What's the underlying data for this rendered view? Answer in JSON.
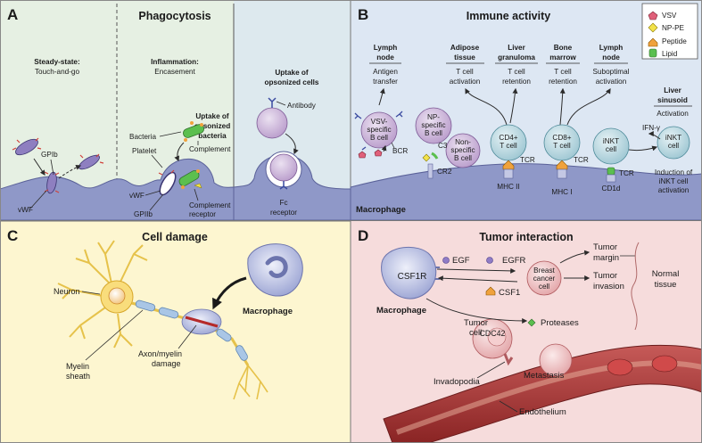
{
  "panels": {
    "a": {
      "letter": "A",
      "title": "Phagocytosis",
      "steady_state": {
        "title": "Steady-state:",
        "subtitle": "Touch-and-go",
        "gpib": "GPIb",
        "vwf": "vWF"
      },
      "inflammation": {
        "title": "Inflammation:",
        "subtitle": "Encasement",
        "bacteria": "Bacteria",
        "platelet": "Platelet",
        "vwf": "vWF",
        "gpiib": "GPIIb",
        "uptake_title_1": "Uptake of",
        "uptake_title_2": "opsonized",
        "uptake_title_3": "bacteria",
        "complement": "Complement",
        "complement_receptor_1": "Complement",
        "complement_receptor_2": "receptor"
      },
      "opsonized": {
        "title_1": "Uptake of",
        "title_2": "opsonized cells",
        "antibody": "Antibody",
        "fc_1": "Fc",
        "fc_2": "receptor"
      }
    },
    "b": {
      "letter": "B",
      "title": "Immune activity",
      "legend": [
        {
          "label": "VSV",
          "color": "#e0607a",
          "icon": "pentagon-icon"
        },
        {
          "label": "NP-PE",
          "color": "#f2e24a",
          "icon": "diamond-icon"
        },
        {
          "label": "Peptide",
          "color": "#f0a23c",
          "icon": "house-icon"
        },
        {
          "label": "Lipid",
          "color": "#5bbf4f",
          "icon": "rounded-rect-icon"
        }
      ],
      "columns": [
        {
          "head_1": "Lymph",
          "head_2": "node",
          "sub_1": "Antigen",
          "sub_2": "transfer"
        },
        {
          "head_1": "Adipose",
          "head_2": "tissue",
          "sub_1": "T cell",
          "sub_2": "activation"
        },
        {
          "head_1": "Liver",
          "head_2": "granuloma",
          "sub_1": "T cell",
          "sub_2": "retention"
        },
        {
          "head_1": "Bone",
          "head_2": "marrow",
          "sub_1": "T cell",
          "sub_2": "retention"
        },
        {
          "head_1": "Lymph",
          "head_2": "node",
          "sub_1": "Suboptimal",
          "sub_2": "activation"
        }
      ],
      "liver_sinusoid": {
        "head_1": "Liver",
        "head_2": "sinusoid",
        "sub": "Activation"
      },
      "cells": {
        "vsv_b_1": "VSV-",
        "vsv_b_2": "specific",
        "vsv_b_3": "B cell",
        "np_b_1": "NP-",
        "np_b_2": "specific",
        "np_b_3": "B cell",
        "non_b_1": "Non-",
        "non_b_2": "specific",
        "non_b_3": "B cell",
        "cd4_1": "CD4+",
        "cd4_2": "T cell",
        "cd8_1": "CD8+",
        "cd8_2": "T cell",
        "inkt_1": "iNKT",
        "inkt_2": "cell",
        "inkt_act_1": "iNKT",
        "inkt_act_2": "cell"
      },
      "labels": {
        "bcr": "BCR",
        "c3": "C3",
        "cr2": "CR2",
        "tcr_1": "TCR",
        "tcr_2": "TCR",
        "tcr_3": "TCR",
        "mhc2": "MHC II",
        "mhc1": "MHC I",
        "cd1d": "CD1d",
        "ifn": "IFN-γ",
        "induction_1": "Induction of",
        "induction_2": "iNKT cell",
        "induction_3": "activation",
        "macrophage": "Macrophage"
      }
    },
    "c": {
      "letter": "C",
      "title": "Cell damage",
      "neuron": "Neuron",
      "macrophage": "Macrophage",
      "myelin_1": "Myelin",
      "myelin_2": "sheath",
      "damage_1": "Axon/myelin",
      "damage_2": "damage"
    },
    "d": {
      "letter": "D",
      "title": "Tumor interaction",
      "csf1r": "CSF1R",
      "egf": "EGF",
      "egfr": "EGFR",
      "csf1": "CSF1",
      "breast_1": "Breast",
      "breast_2": "cancer",
      "breast_3": "cell",
      "tumor_margin_1": "Tumor",
      "tumor_margin_2": "margin",
      "tumor_invasion_1": "Tumor",
      "tumor_invasion_2": "invasion",
      "normal_1": "Normal",
      "normal_2": "tissue",
      "macrophage": "Macrophage",
      "tumor_cell_1": "Tumor",
      "tumor_cell_2": "cell",
      "cdc42": "CDC42",
      "proteases": "Proteases",
      "metastasis": "Metastasis",
      "invadopodia": "Invadopodia",
      "endothelium": "Endothelium"
    }
  },
  "colors": {
    "panel_a_bg": "#e4efe4",
    "panel_a_right_bg": "#dde9ee",
    "panel_b_bg": "#dde7f3",
    "panel_c_bg": "#fdf6d0",
    "panel_d_bg": "#f6dcdc",
    "macrophage_body": "#8f98c8",
    "macrophage_body_light": "#b7bddf",
    "cell_purple": "#c4a8d2",
    "cell_teal": "#b5d6df",
    "vessel": "#9a2d2d"
  }
}
